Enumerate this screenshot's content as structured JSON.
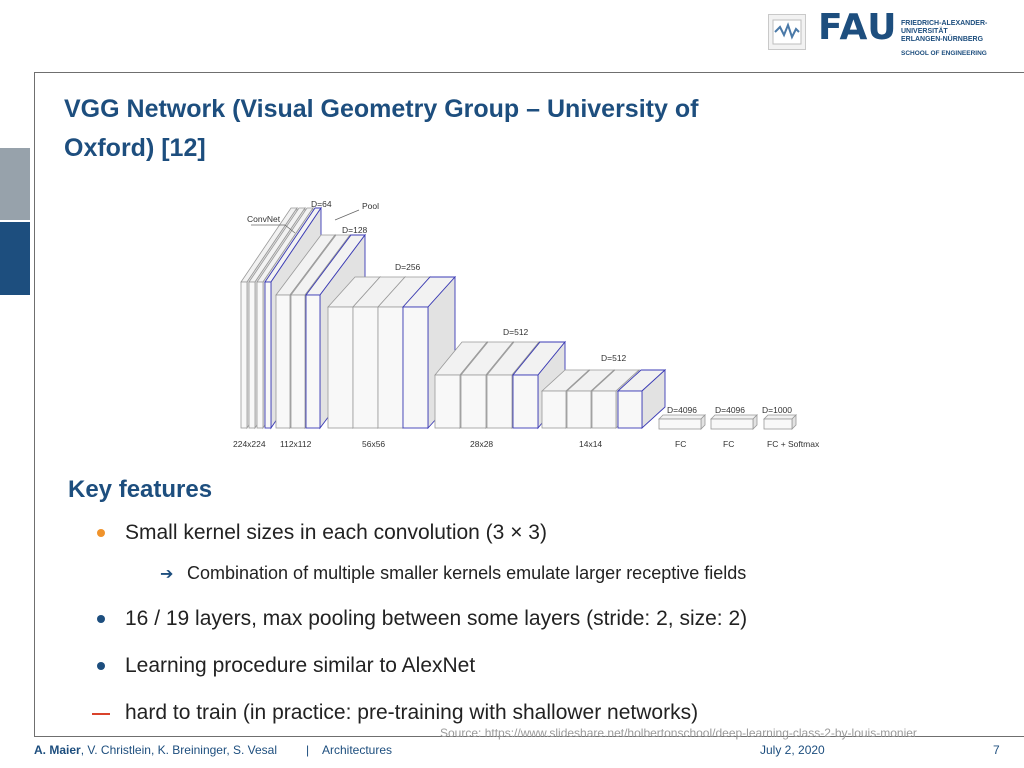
{
  "header": {
    "logo_word": "FAU",
    "university_name": "FRIEDRICH-ALEXANDER-\nUNIVERSITÄT\nERLANGEN-NÜRNBERG",
    "school": "SCHOOL OF ENGINEERING",
    "brand_color": "#1d4e7e"
  },
  "slide": {
    "title_line1": "VGG Network (Visual Geometry Group – University of",
    "title_line2": "Oxford) [12]"
  },
  "diagram": {
    "labels": {
      "convnet": "ConvNet",
      "pool": "Pool",
      "d64": "D=64",
      "d128": "D=128",
      "d256": "D=256",
      "d512a": "D=512",
      "d512b": "D=512",
      "d4096a": "D=4096",
      "d4096b": "D=4096",
      "d1000": "D=1000"
    },
    "sizes": [
      "224x224",
      "112x112",
      "56x56",
      "28x28",
      "14x14"
    ],
    "fc_labels": [
      "FC",
      "FC",
      "FC + Softmax"
    ]
  },
  "content": {
    "key_features_title": "Key features",
    "bullets": [
      "Small kernel sizes in each convolution (3 × 3)",
      "Combination of multiple smaller kernels emulate larger receptive fields",
      "16 / 19 layers, max pooling between some layers (stride: 2, size: 2)",
      "Learning procedure similar to AlexNet",
      "hard to train (in practice: pre-training with shallower networks)"
    ]
  },
  "source": "Source: https://www.slideshare.net/holbertonschool/deep-learning-class-2-by-louis-monier",
  "footer": {
    "author_lead": "A. Maier",
    "authors_rest": ", V. Christlein, K. Breininger, S. Vesal",
    "separator": "|",
    "section": "Architectures",
    "date": "July 2, 2020",
    "page": "7"
  }
}
